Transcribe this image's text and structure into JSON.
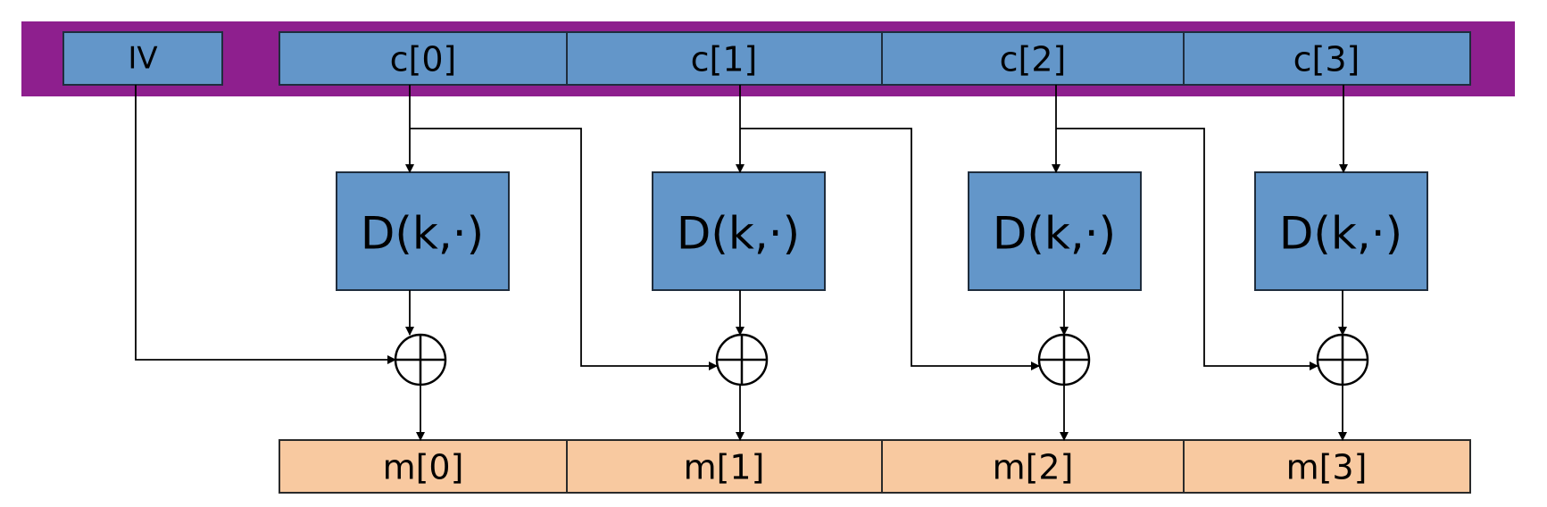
{
  "colors": {
    "band": "#8E1F8E",
    "cipher_fill": "#6396C9",
    "cipher_stroke": "#1F2D3D",
    "message_fill": "#F8C9A0",
    "message_stroke": "#2A2A2A",
    "line": "#000000"
  },
  "diagram": {
    "iv_label": "IV",
    "ciphertext_blocks": [
      "c[0]",
      "c[1]",
      "c[2]",
      "c[3]"
    ],
    "decrypt_blocks": [
      "D(k,·)",
      "D(k,·)",
      "D(k,·)",
      "D(k,·)"
    ],
    "xor_symbol": "+",
    "plaintext_blocks": [
      "m[0]",
      "m[1]",
      "m[2]",
      "m[3]"
    ]
  }
}
